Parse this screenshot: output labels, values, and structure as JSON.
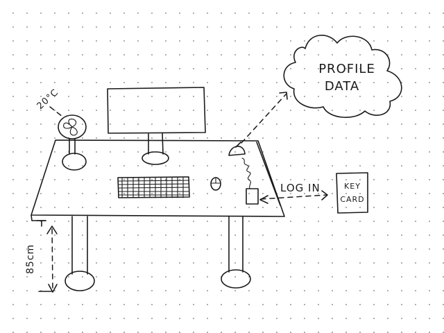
{
  "labels": {
    "temperature": "20°C",
    "profile_line1": "PROFILE",
    "profile_line2": "DATA",
    "login": "LOG IN",
    "keycard_line1": "KEY",
    "keycard_line2": "CARD",
    "height": "85cm"
  }
}
